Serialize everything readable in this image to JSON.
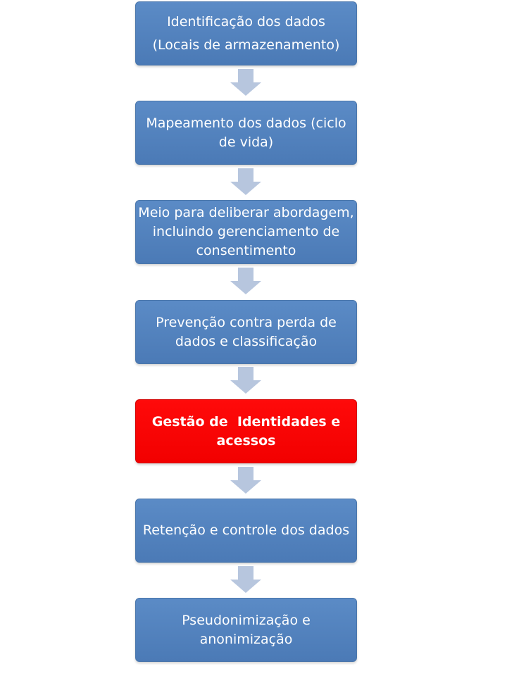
{
  "colors": {
    "box_fill": "#4f81bd",
    "box_highlight_fill": "#ff0000",
    "arrow_fill": "#b7c6de",
    "text": "#ffffff"
  },
  "steps": [
    {
      "lines": [
        "Identificação dos dados",
        "(Locais de armazenamento)"
      ],
      "highlight": false
    },
    {
      "lines": [
        "Mapeamento dos dados (ciclo",
        "de vida)"
      ],
      "highlight": false
    },
    {
      "lines": [
        "Meio para deliberar abordagem,",
        "incluindo gerenciamento de",
        "consentimento"
      ],
      "highlight": false
    },
    {
      "lines": [
        "Prevenção contra perda de",
        "dados e classificação"
      ],
      "highlight": false
    },
    {
      "lines": [
        "Gestão de  Identidades e",
        "acessos"
      ],
      "highlight": true
    },
    {
      "lines": [
        "Retenção e controle dos dados"
      ],
      "highlight": false
    },
    {
      "lines": [
        "Pseudonimização e",
        "anonimização"
      ],
      "highlight": false
    }
  ],
  "connectors": [
    {
      "icon": "down-arrow-icon"
    },
    {
      "icon": "down-arrow-icon"
    },
    {
      "icon": "down-arrow-icon"
    },
    {
      "icon": "down-arrow-icon"
    },
    {
      "icon": "down-arrow-icon"
    },
    {
      "icon": "down-arrow-icon"
    }
  ]
}
